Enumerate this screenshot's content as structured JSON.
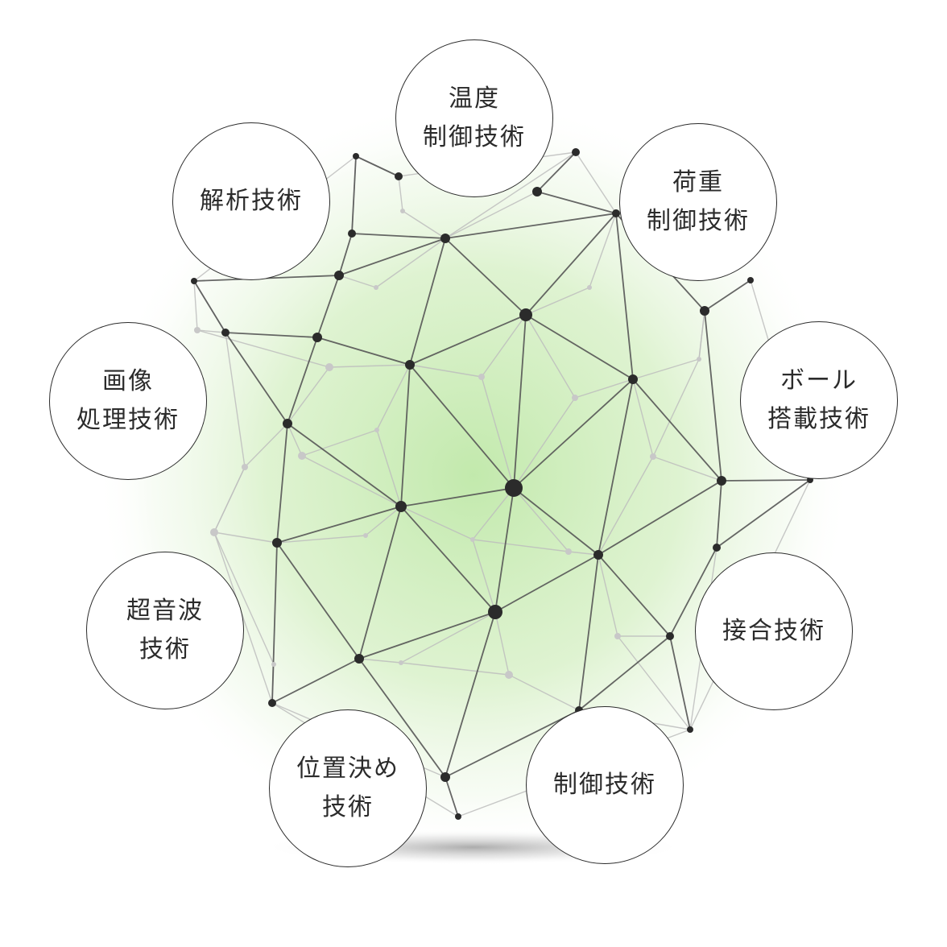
{
  "diagram": {
    "nodes": [
      {
        "id": "temperature",
        "lines": [
          "温度",
          "制御技術"
        ]
      },
      {
        "id": "load",
        "lines": [
          "荷重",
          "制御技術"
        ]
      },
      {
        "id": "ball-mounting",
        "lines": [
          "ボール",
          "搭載技術"
        ]
      },
      {
        "id": "bonding",
        "lines": [
          "接合技術"
        ]
      },
      {
        "id": "control",
        "lines": [
          "制御技術"
        ]
      },
      {
        "id": "positioning",
        "lines": [
          "位置決め",
          "技術"
        ]
      },
      {
        "id": "ultrasonic",
        "lines": [
          "超音波",
          "技術"
        ]
      },
      {
        "id": "image-processing",
        "lines": [
          "画像",
          "処理技術"
        ]
      },
      {
        "id": "analysis",
        "lines": [
          "解析技術"
        ]
      }
    ],
    "colors": {
      "circle_border": "#2b2b2b",
      "text": "#2b2b2b",
      "glow": "#bfe8a8",
      "mesh_dark": "#555555",
      "mesh_light": "#bdbdbd",
      "dot": "#2b2b2b"
    }
  }
}
